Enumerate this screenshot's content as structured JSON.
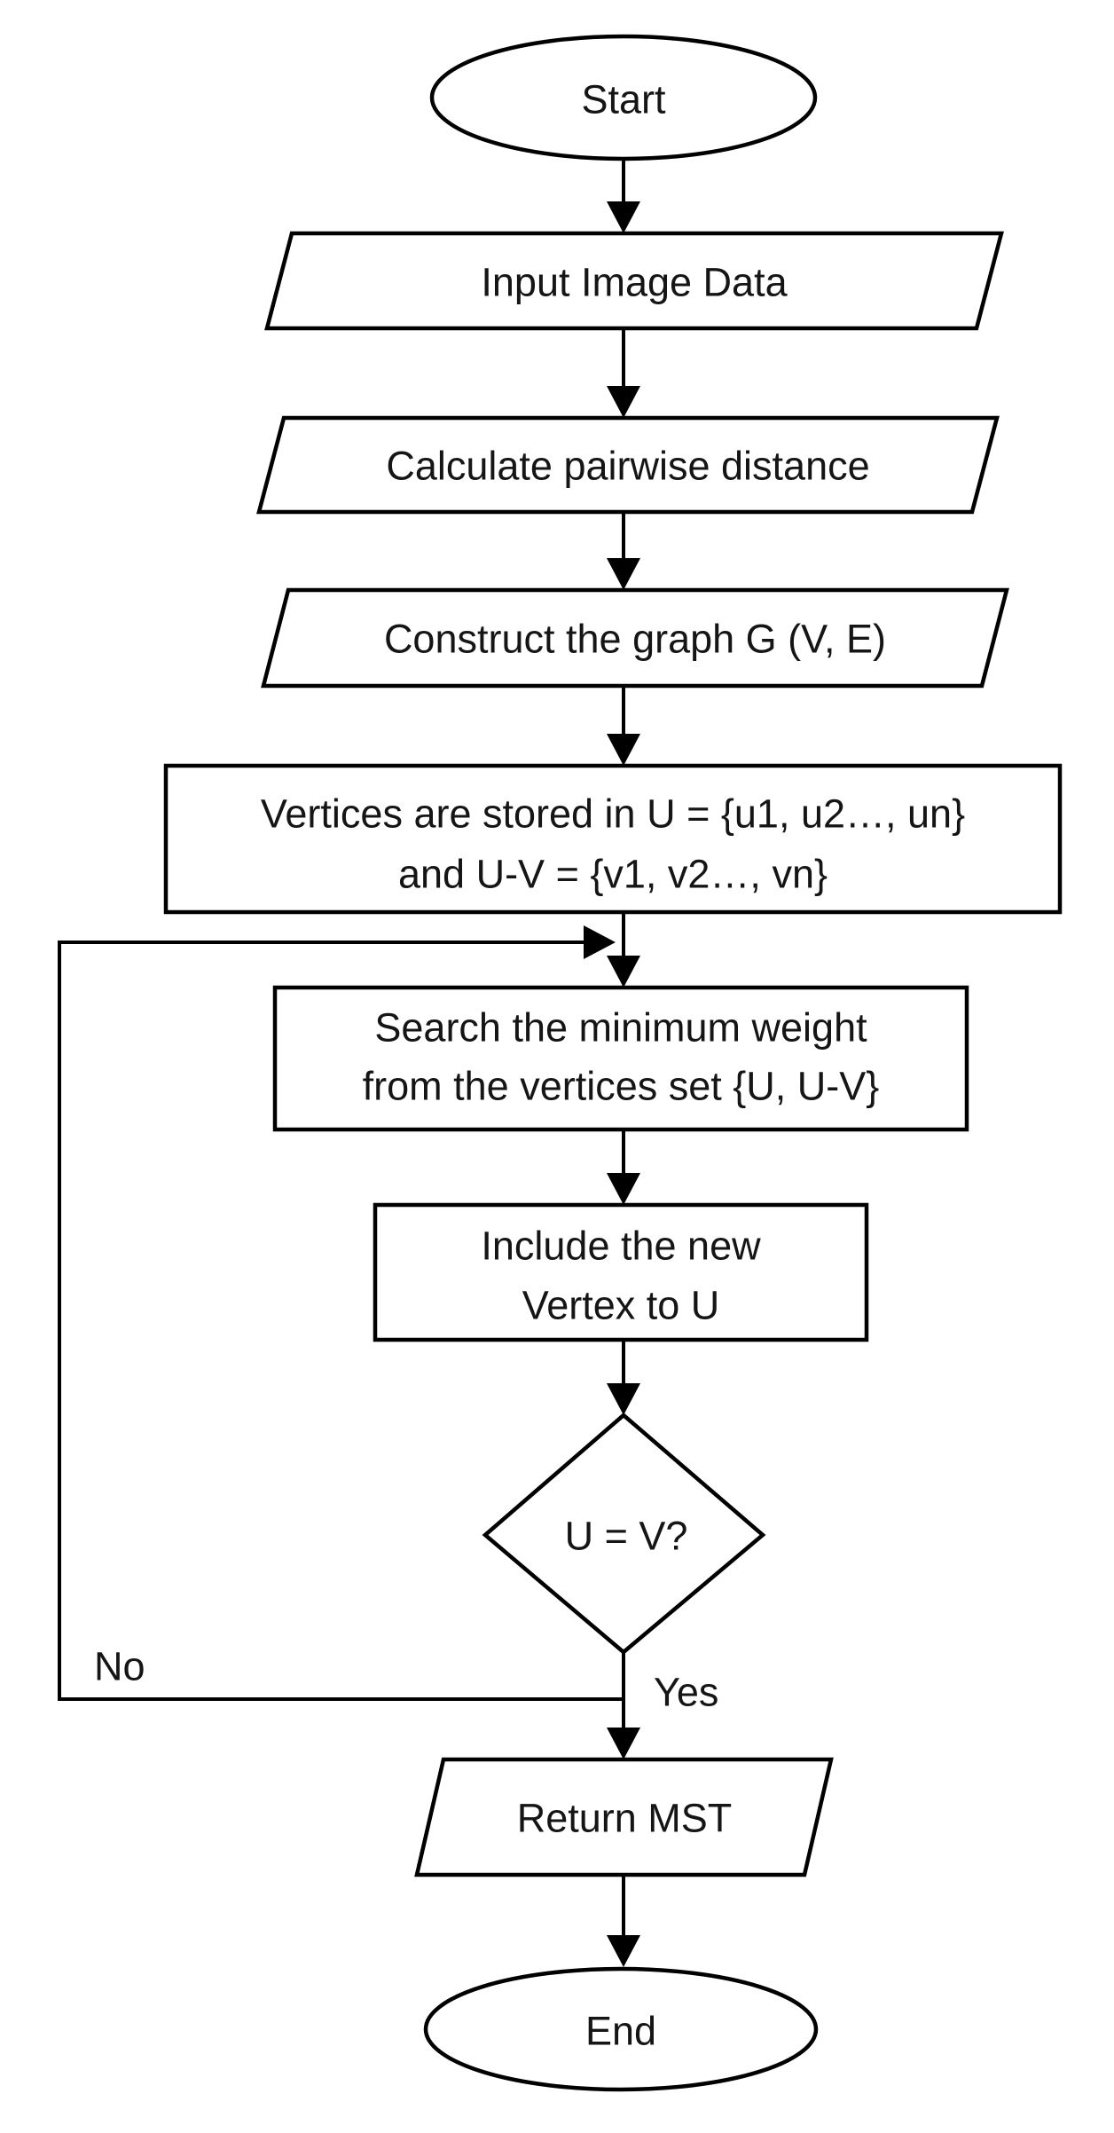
{
  "diagram": {
    "kind": "flowchart",
    "background": "#ffffff",
    "stroke_color": "#000000",
    "text_color": "#151515"
  },
  "nodes": {
    "start": {
      "type": "terminator",
      "label": "Start"
    },
    "input_image_data": {
      "type": "input-output",
      "label": "Input Image Data"
    },
    "calculate_pairwise_distance": {
      "type": "input-output",
      "label": "Calculate pairwise distance"
    },
    "construct_graph": {
      "type": "input-output",
      "label": "Construct the graph G (V, E)"
    },
    "store_vertices": {
      "type": "process",
      "lines": [
        "Vertices are stored in U = {u1, u2…, un}",
        "and U-V = {v1, v2…, vn}"
      ]
    },
    "search_min_weight": {
      "type": "process",
      "lines": [
        "Search the minimum weight",
        "from the vertices set {U, U-V}"
      ]
    },
    "include_vertex": {
      "type": "process",
      "lines": [
        "Include the new",
        "Vertex to U"
      ]
    },
    "decision_u_equals_v": {
      "type": "decision",
      "label": "U = V?"
    },
    "return_mst": {
      "type": "input-output",
      "label": "Return MST"
    },
    "end": {
      "type": "terminator",
      "label": "End"
    }
  },
  "edges": {
    "yes_label": "Yes",
    "no_label": "No"
  }
}
